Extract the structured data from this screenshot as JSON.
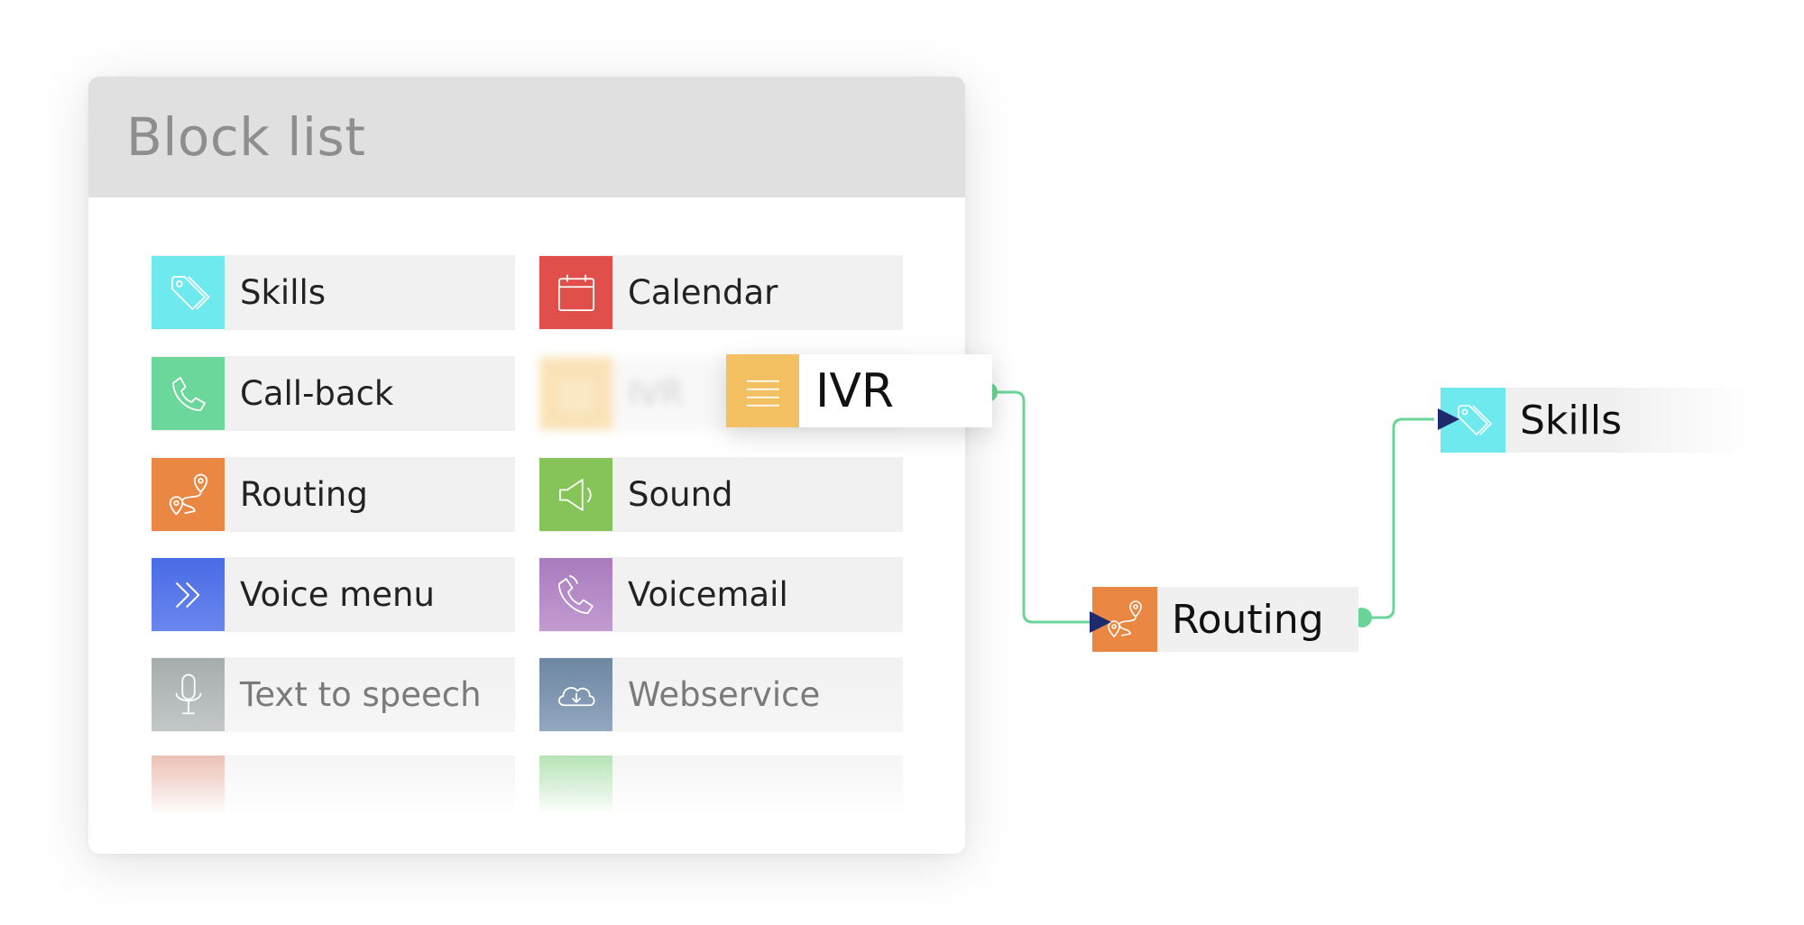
{
  "panel": {
    "title": "Block list"
  },
  "blocks": [
    {
      "label": "Skills",
      "color": "#6ee9ee",
      "icon": "tag-icon"
    },
    {
      "label": "Calendar",
      "color": "#e04f49",
      "icon": "calendar-icon"
    },
    {
      "label": "Call-back",
      "color": "#6bd79b",
      "icon": "phone-icon"
    },
    {
      "label": "IVR",
      "color": "#f4c162",
      "icon": "list-icon"
    },
    {
      "label": "Routing",
      "color": "#e98743",
      "icon": "route-icon"
    },
    {
      "label": "Sound",
      "color": "#86c45a",
      "icon": "speaker-icon"
    },
    {
      "label": "Voice menu",
      "color": "#4f6fe6",
      "icon": "chevrons-right-icon"
    },
    {
      "label": "Voicemail",
      "color": "#b68ac4",
      "icon": "voicemail-phone-icon"
    },
    {
      "label": "Text to speech",
      "color": "#b1b6b6",
      "icon": "microphone-icon"
    },
    {
      "label": "Webservice",
      "color": "#7890aa",
      "icon": "cloud-download-icon"
    }
  ],
  "drag_block": {
    "label": "IVR",
    "color": "#f4c162",
    "icon": "list-icon"
  },
  "canvas": {
    "nodes": [
      {
        "label": "Routing",
        "color": "#e98743",
        "icon": "route-icon"
      },
      {
        "label": "Skills",
        "color": "#6ee9ee",
        "icon": "tag-icon"
      }
    ],
    "connector_color": "#6bd498",
    "arrow_color": "#1e2a6e"
  }
}
